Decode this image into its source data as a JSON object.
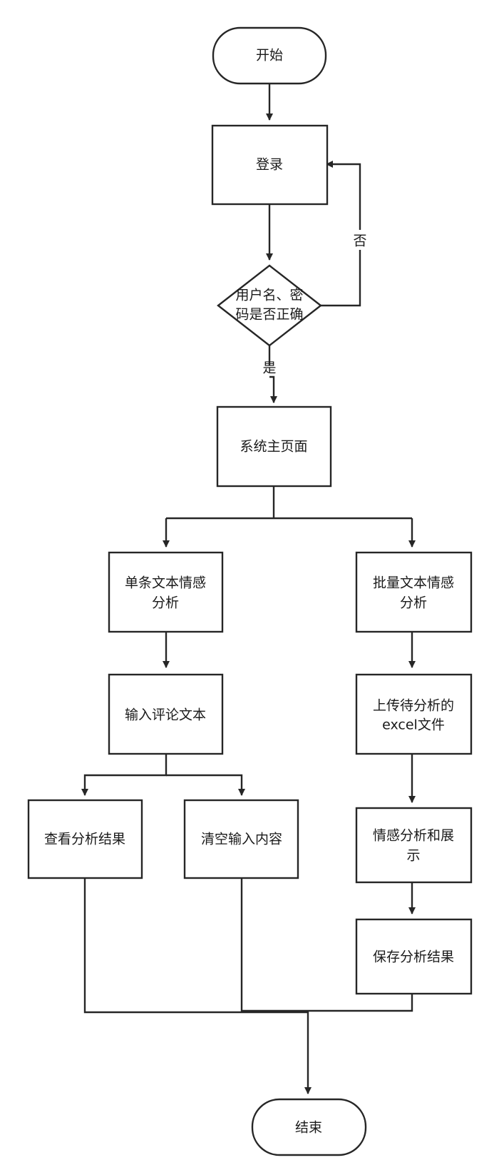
{
  "nodes": {
    "start": "开始",
    "login": "登录",
    "check": [
      "用户名、密",
      "码是否正确"
    ],
    "home": "系统主页面",
    "single": [
      "单条文本情感",
      "分析"
    ],
    "batch": [
      "批量文本情感",
      "分析"
    ],
    "input": "输入评论文本",
    "upload": [
      "上传待分析的",
      "excel文件"
    ],
    "view": "查看分析结果",
    "clear": "清空输入内容",
    "analyze": [
      "情感分析和展",
      "示"
    ],
    "save": "保存分析结果",
    "end": "结束"
  },
  "edges": {
    "no": "否",
    "yes": "是"
  },
  "colors": {
    "stroke": "#262626",
    "fill": "#ffffff",
    "text": "#1a1a1a"
  }
}
